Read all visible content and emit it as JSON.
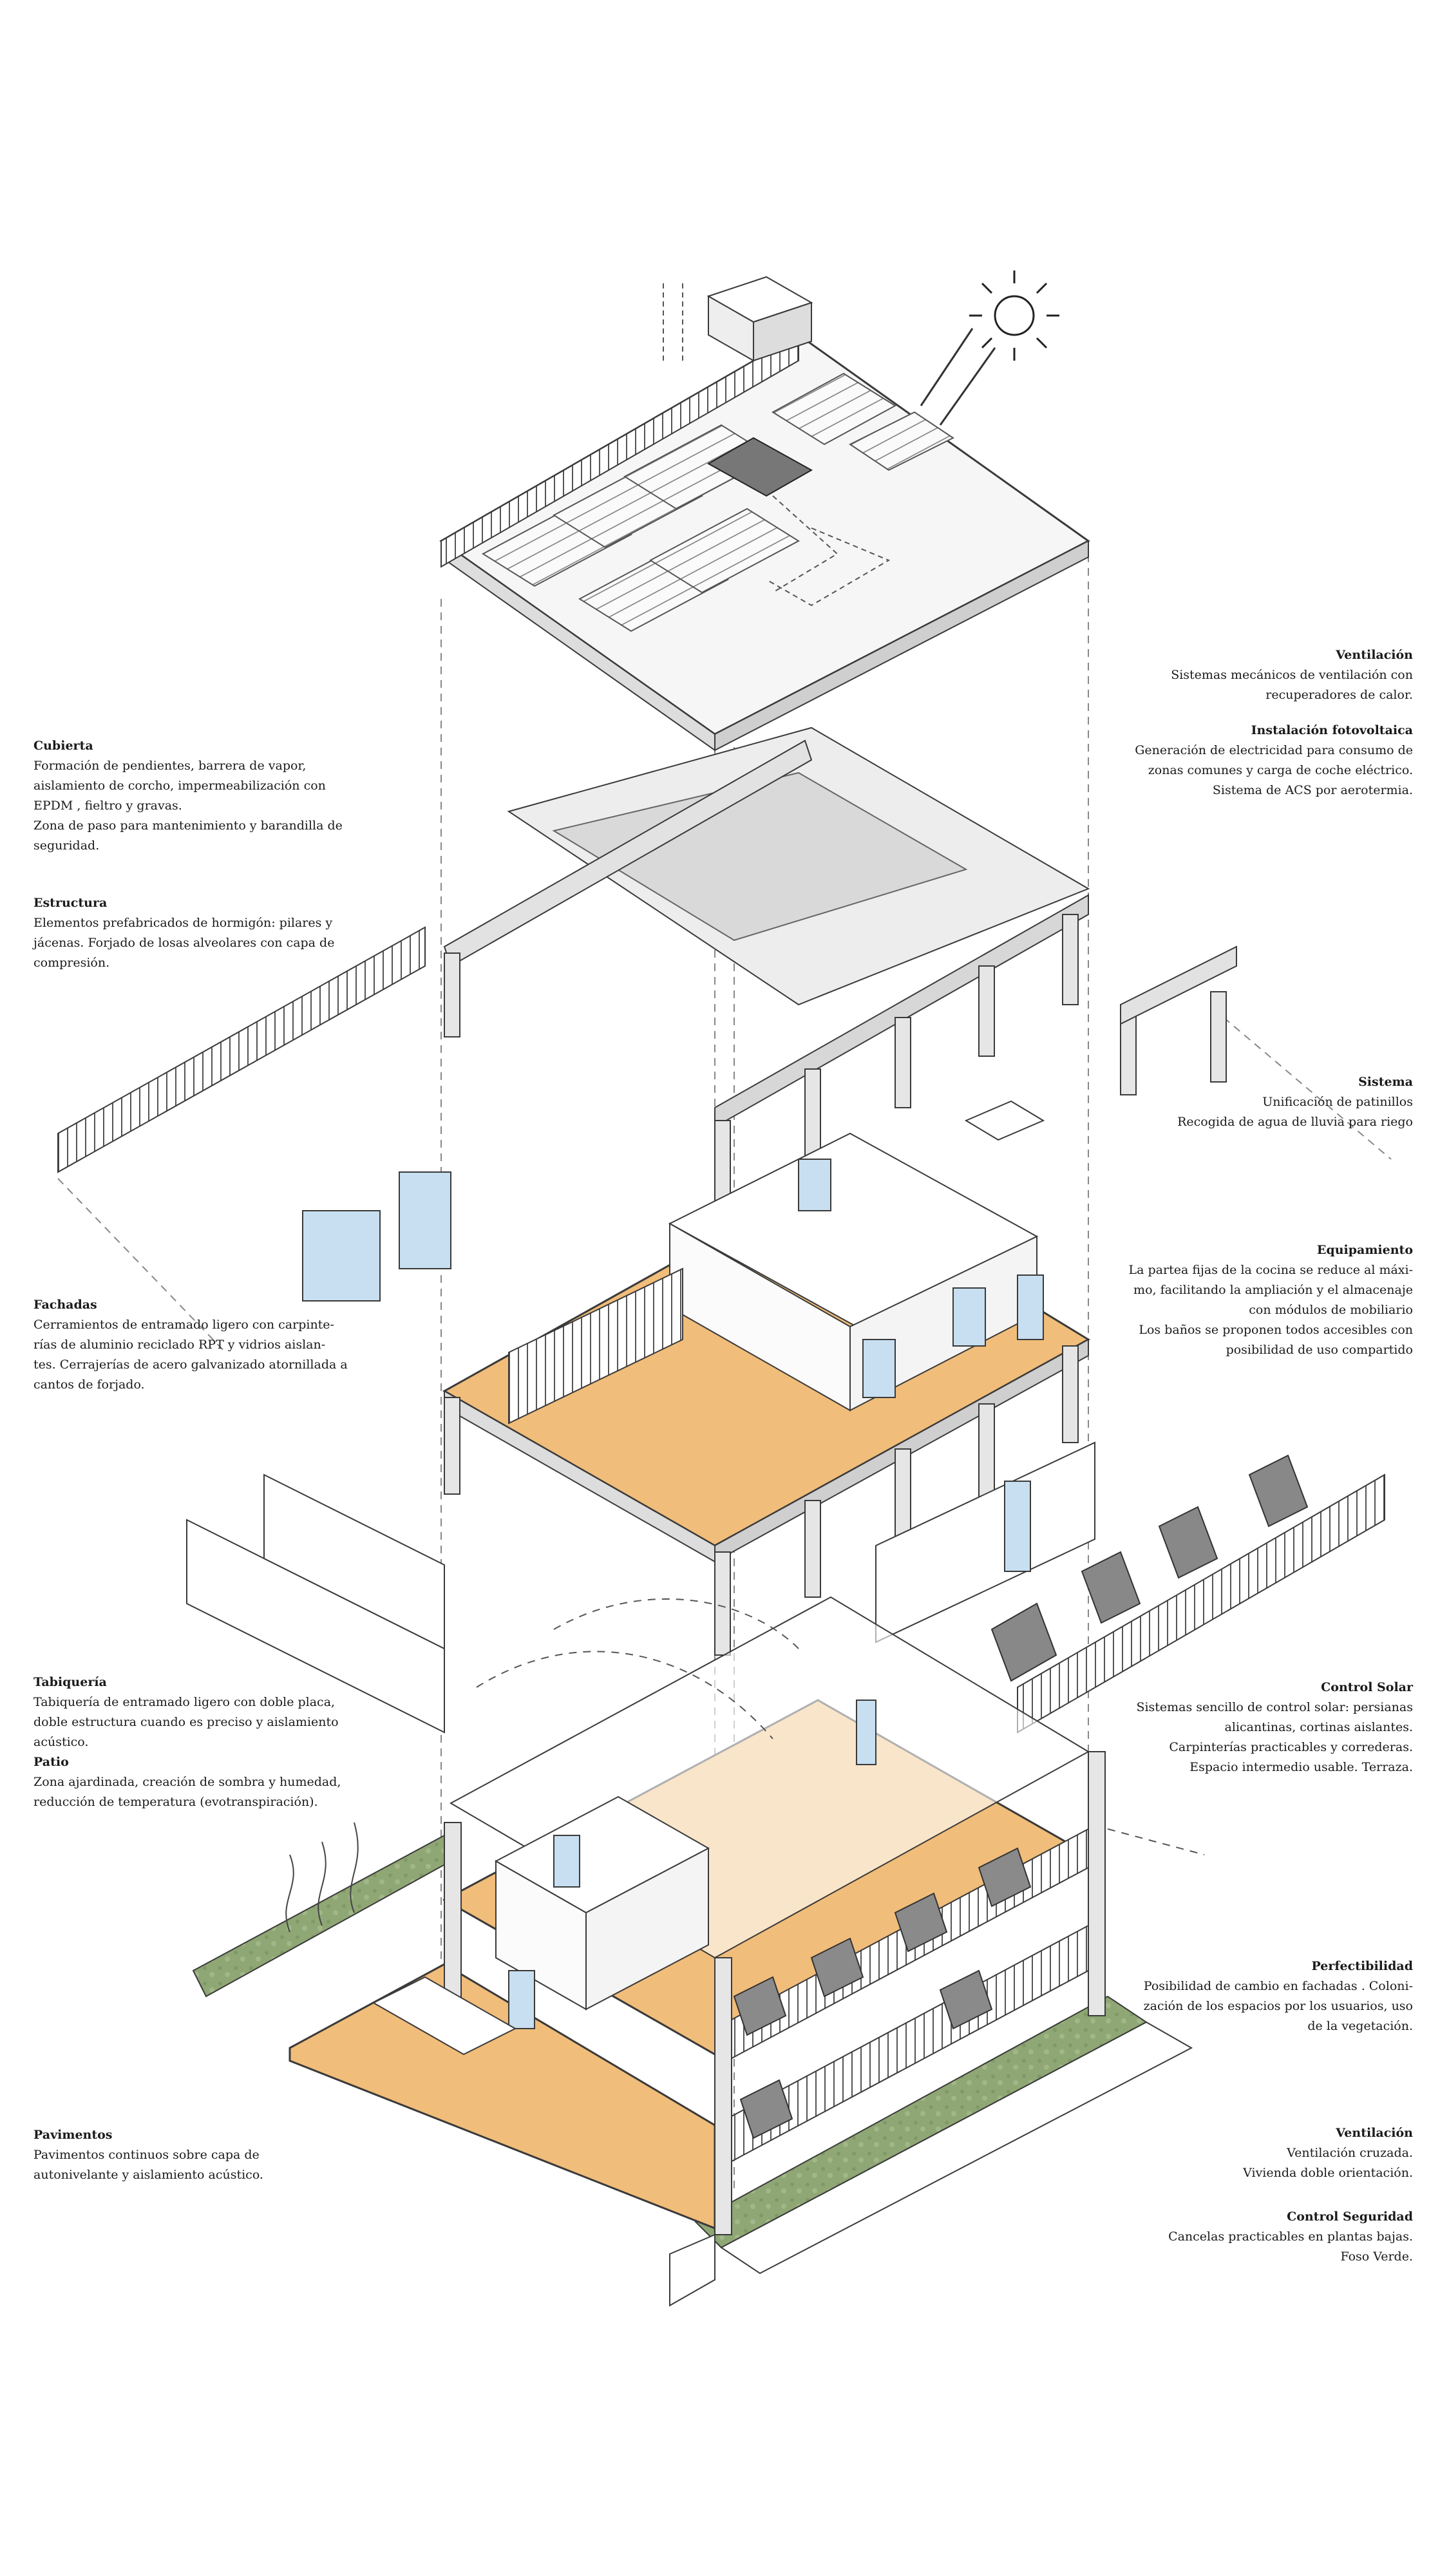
{
  "annotations": {
    "left": [
      {
        "id": "cubierta",
        "title": "Cubierta",
        "lines": [
          "Formación de pendientes, barrera de vapor,",
          "aislamiento de corcho, impermeabilización con",
          "EPDM , fieltro y gravas.",
          "Zona de paso para mantenimiento y barandilla de",
          "seguridad."
        ]
      },
      {
        "id": "estructura",
        "title": "Estructura",
        "lines": [
          "Elementos prefabricados de hormigón: pilares y",
          "jácenas. Forjado de losas alveolares con capa de",
          "compresión."
        ]
      },
      {
        "id": "fachadas",
        "title": "Fachadas",
        "lines": [
          "Cerramientos de entramado ligero con carpinte-",
          "rías de aluminio reciclado  RPT y vidrios aislan-",
          "tes. Cerrajerías de acero galvanizado atornillada a",
          "cantos de forjado."
        ]
      },
      {
        "id": "tabiqueria",
        "title": "Tabiquería",
        "lines": [
          "Tabiquería de entramado ligero con doble placa,",
          "doble estructura cuando es preciso y aislamiento",
          "acústico."
        ]
      },
      {
        "id": "patio",
        "title": "Patio",
        "lines": [
          "Zona ajardinada, creación de sombra y humedad,",
          "reducción de temperatura (evotranspiración)."
        ]
      },
      {
        "id": "pavimentos",
        "title": "Pavimentos",
        "lines": [
          "Pavimentos continuos sobre capa de",
          "autonivelante y aislamiento acústico."
        ]
      }
    ],
    "right": [
      {
        "id": "ventilacion-top",
        "title": "Ventilación",
        "lines": [
          "Sistemas mecánicos de ventilación con",
          "recuperadores de calor."
        ]
      },
      {
        "id": "fotovoltaica",
        "title": "Instalación fotovoltaica",
        "lines": [
          "Generación de electricidad para consumo de",
          "zonas comunes y carga de coche eléctrico.",
          "Sistema de ACS por aerotermia."
        ]
      },
      {
        "id": "sistema",
        "title": "Sistema",
        "lines": [
          "Unificación de patinillos",
          "Recogida de agua de lluvia para riego"
        ]
      },
      {
        "id": "equipamiento",
        "title": "Equipamiento",
        "lines": [
          "La partea fijas de la cocina se reduce al máxi-",
          "mo, facilitando la ampliación y el almacenaje",
          "con módulos de mobiliario",
          "Los baños se proponen todos accesibles con",
          "posibilidad de uso compartido"
        ]
      },
      {
        "id": "control-solar",
        "title": "Control Solar",
        "lines": [
          "Sistemas sencillo de control solar: persianas",
          "alicantinas, cortinas aislantes.",
          "Carpinterías practicables y correderas.",
          "Espacio intermedio usable. Terraza."
        ]
      },
      {
        "id": "perfectibilidad",
        "title": "Perfectibilidad",
        "lines": [
          "Posibilidad de cambio en fachadas . Coloni-",
          "zación de los espacios por los usuarios, uso",
          "de la vegetación."
        ]
      },
      {
        "id": "ventilacion-bottom",
        "title": "Ventilación",
        "lines": [
          "Ventilación cruzada.",
          "Vivienda doble orientación."
        ]
      },
      {
        "id": "control-seguridad",
        "title": "Control Seguridad",
        "lines": [
          "Cancelas practicables en plantas bajas.",
          "Foso Verde."
        ]
      }
    ]
  },
  "colors": {
    "floor": "#f1bd7a",
    "floor_dark": "#e8a95e",
    "grass": "#8fa774",
    "glass": "#c7dff0",
    "line": "#3a3a3a",
    "concrete": "#e9e9e9"
  }
}
